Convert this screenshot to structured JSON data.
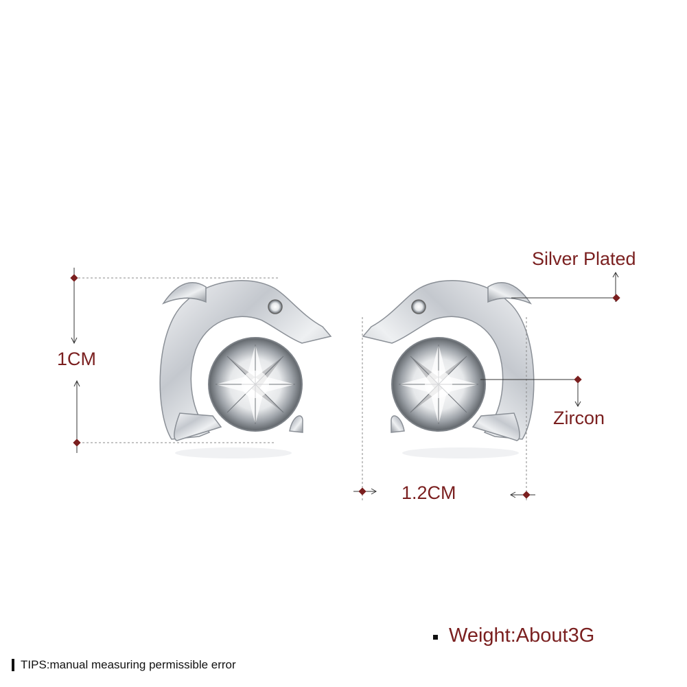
{
  "labels": {
    "height": "1CM",
    "width": "1.2CM",
    "material": "Silver Plated",
    "stone": "Zircon",
    "weight": "Weight:About3G",
    "tips": "TIPS:manual measuring permissible error"
  },
  "colors": {
    "accent": "#7a1f1f",
    "guide": "#8a8a8a",
    "metal": "#c9ccd1",
    "text": "#111111"
  },
  "product": {
    "item": "dolphin-stud-earrings",
    "count": 2
  }
}
